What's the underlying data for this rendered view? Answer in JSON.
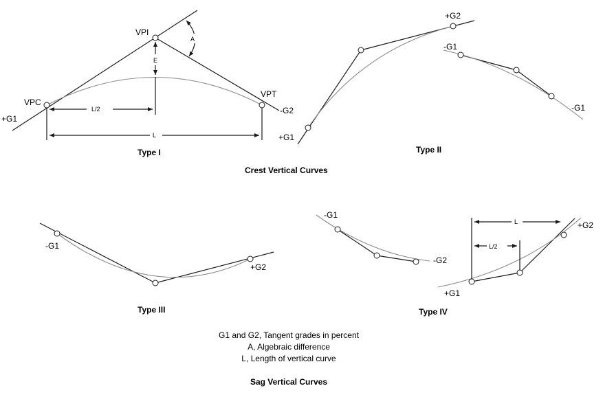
{
  "crest": {
    "heading": "Crest Vertical Curves",
    "type1": {
      "title": "Type I",
      "vpi": "VPI",
      "vpc": "VPC",
      "vpt": "VPT",
      "g1": "+G1",
      "g2": "-G2",
      "a": "A",
      "e": "E",
      "half_length": "L/2",
      "length": "L"
    },
    "type2": {
      "title": "Type II",
      "left_g1": "+G1",
      "left_g2": "+G2",
      "right_g1_start": "-G1",
      "right_g1_end": "-G1"
    }
  },
  "sag": {
    "heading": "Sag Vertical Curves",
    "type3": {
      "title": "Type III",
      "g1": "-G1",
      "g2": "+G2"
    },
    "type4": {
      "title": "Type IV",
      "left_g1": "-G1",
      "left_g2": "-G2",
      "right_g1": "+G1",
      "right_g2": "+G2",
      "length": "L",
      "half_length": "L/2"
    }
  },
  "legend": [
    "G1 and G2, Tangent grades in percent",
    "A, Algebraic difference",
    "L, Length of vertical curve"
  ]
}
